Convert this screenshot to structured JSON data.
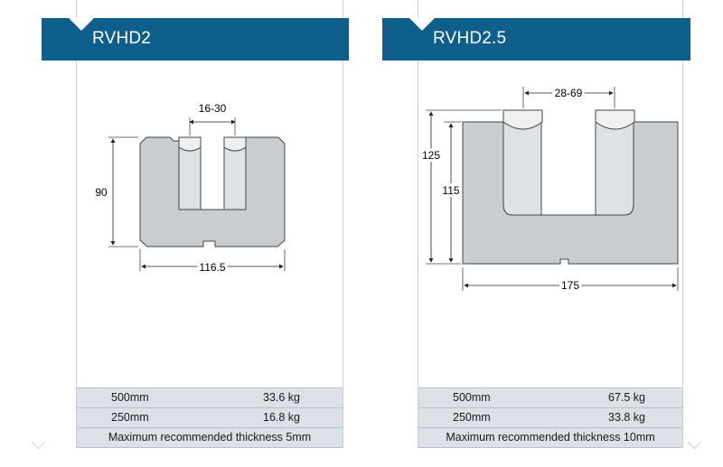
{
  "left": {
    "title": "RVHD2",
    "dim_top": "16-30",
    "dim_height": "90",
    "dim_width": "116.5",
    "rows": [
      {
        "size": "500mm",
        "weight": "33.6 kg"
      },
      {
        "size": "250mm",
        "weight": "16.8 kg"
      }
    ],
    "note": "Maximum recommended thickness 5mm"
  },
  "right": {
    "title": "RVHD2.5",
    "dim_top": "28-69",
    "dim_outer_height": "125",
    "dim_inner_height": "115",
    "dim_width": "175",
    "rows": [
      {
        "size": "500mm",
        "weight": "67.5 kg"
      },
      {
        "size": "250mm",
        "weight": "33.8 kg"
      }
    ],
    "note": "Maximum recommended thickness 10mm"
  },
  "colors": {
    "header": "#0e5f8c",
    "die_fill": "#c9cdd0",
    "spec_row": "#dbe1e6"
  }
}
